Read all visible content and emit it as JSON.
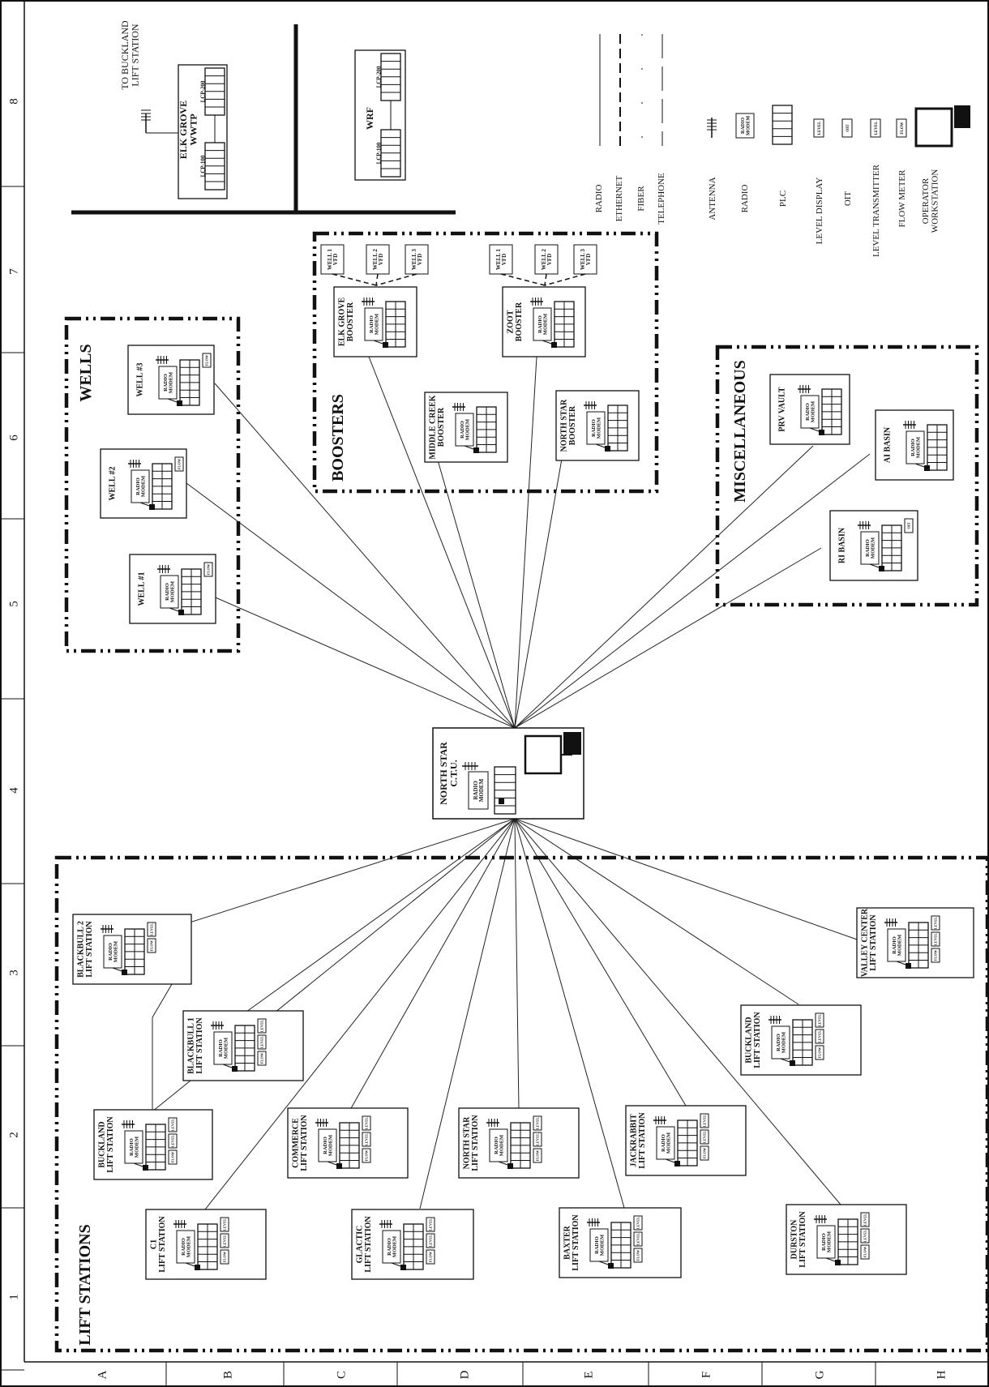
{
  "border": {
    "columns": [
      "1",
      "2",
      "3",
      "4",
      "5",
      "6",
      "7",
      "8"
    ],
    "rows": [
      "A",
      "B",
      "C",
      "D",
      "E",
      "F",
      "G",
      "H"
    ]
  },
  "hub": {
    "label": "NORTH STAR\nC.T.U.",
    "radio": "RADIO\nMODEM"
  },
  "external": {
    "buckland_note": "TO BUCKLAND\nLIFT STATION",
    "elk_grove_wwtp": {
      "label": "ELK GROVE\nWWTP",
      "plc1": "LCP-100",
      "plc2": "LCP-200"
    },
    "wrf": {
      "label": "WRF",
      "plc1": "LCP-100",
      "plc2": "LCP-200"
    }
  },
  "groups": {
    "wells": "WELLS",
    "boosters": "BOOSTERS",
    "miscellaneous": "MISCELLANEOUS",
    "lift_stations": "LIFT STATIONS"
  },
  "sites": {
    "wells": [
      {
        "label": "WELL #1",
        "radio": "RADIO\nMODEM",
        "tag": "FLOW"
      },
      {
        "label": "WELL #2",
        "radio": "RADIO\nMODEM",
        "tag": "FLOW"
      },
      {
        "label": "WELL #3",
        "radio": "RADIO\nMODEM",
        "tag": "FLOW"
      }
    ],
    "boosters": [
      {
        "label": "ELK GROVE\nBOOSTER",
        "radio": "RADIO\nMODEM",
        "vfds": [
          "WELL 1\nVFD",
          "WELL 2\nVFD",
          "WELL 3\nVFD"
        ]
      },
      {
        "label": "ZOOT\nBOOSTER",
        "radio": "RADIO\nMODEM",
        "vfds": [
          "WELL 1\nVFD",
          "WELL 2\nVFD",
          "WELL 3\nVFD"
        ]
      },
      {
        "label": "MIDDLE CREEK\nBOOSTER",
        "radio": "RADIO\nMODEM"
      },
      {
        "label": "NORTH STAR\nBOOSTER",
        "radio": "RADIO\nMODEM"
      }
    ],
    "miscellaneous": [
      {
        "label": "PRV VAULT",
        "radio": "RADIO\nMODEM"
      },
      {
        "label": "AI BASIN",
        "radio": "RADIO\nMODEM"
      },
      {
        "label": "RI BASIN",
        "radio": "RADIO\nMODEM",
        "tag": "OIT"
      }
    ],
    "lift_stations": [
      {
        "label": "BLACKBULL 2\nLIFT STATION",
        "radio": "RADIO\nMODEM",
        "tags": [
          "LEVEL",
          "FLOW"
        ]
      },
      {
        "label": "BLACKBULL 1\nLIFT STATION",
        "radio": "RADIO\nMODEM",
        "tags": [
          "LEVEL",
          "LEVEL",
          "FLOW"
        ]
      },
      {
        "label": "BUCKLAND\nLIFT STATION",
        "radio": "RADIO\nMODEM",
        "tags": [
          "LEVEL",
          "LEVEL",
          "FLOW"
        ]
      },
      {
        "label": "C1\nLIFT STATION",
        "radio": "RADIO\nMODEM",
        "tags": [
          "LEVEL",
          "LEVEL",
          "FLOW"
        ]
      },
      {
        "label": "COMMERCE\nLIFT STATION",
        "radio": "RADIO\nMODEM",
        "tags": [
          "LEVEL",
          "LEVEL",
          "FLOW"
        ]
      },
      {
        "label": "GLACTIC\nLIFT STATION",
        "radio": "RADIO\nMODEM",
        "tags": [
          "LEVEL",
          "LEVEL",
          "FLOW"
        ]
      },
      {
        "label": "NORTH STAR\nLIFT STATION",
        "radio": "RADIO\nMODEM",
        "tags": [
          "LEVEL",
          "LEVEL",
          "FLOW"
        ]
      },
      {
        "label": "BAXTER\nLIFT STATION",
        "radio": "RADIO\nMODEM",
        "tags": [
          "LEVEL",
          "LEVEL",
          "FLOW"
        ]
      },
      {
        "label": "JACKRABBIT\nLIFT STATION",
        "radio": "RADIO\nMODEM",
        "tags": [
          "LEVEL",
          "LEVEL",
          "FLOW"
        ]
      },
      {
        "label": "DURSTON\nLIFT STATION",
        "radio": "RADIO\nMODEM",
        "tags": [
          "LEVEL",
          "LEVEL",
          "FLOW"
        ]
      },
      {
        "label": "BUCKLAND\nLIFT STATION",
        "radio": "RADIO\nMODEM",
        "tags": [
          "LEVEL",
          "LEVEL",
          "FLOW"
        ]
      },
      {
        "label": "VALLEY CENTER\nLIFT STATION",
        "radio": "RADIO\nMODEM",
        "tags": [
          "LEVEL",
          "LEVEL",
          "FLOW"
        ]
      }
    ]
  },
  "legend": {
    "lines": [
      "RADIO",
      "ETHERNET",
      "FIBER",
      "TELEPHONE"
    ],
    "symbols": [
      {
        "name": "antenna",
        "label": "ANTENNA"
      },
      {
        "name": "radio",
        "label": "RADIO",
        "inner": "RADIO\nMODEM"
      },
      {
        "name": "plc",
        "label": "PLC"
      },
      {
        "name": "level-display",
        "label": "LEVEL DISPLAY",
        "inner": "LEVEL"
      },
      {
        "name": "oit",
        "label": "OIT",
        "inner": "OIT"
      },
      {
        "name": "level-transmitter",
        "label": "LEVEL TRANSMITTER",
        "inner": "LEVEL"
      },
      {
        "name": "flow-meter",
        "label": "FLOW METER",
        "inner": "FLOW"
      },
      {
        "name": "operator-workstation",
        "label": "OPERATOR\nWORKSTATION"
      }
    ]
  }
}
